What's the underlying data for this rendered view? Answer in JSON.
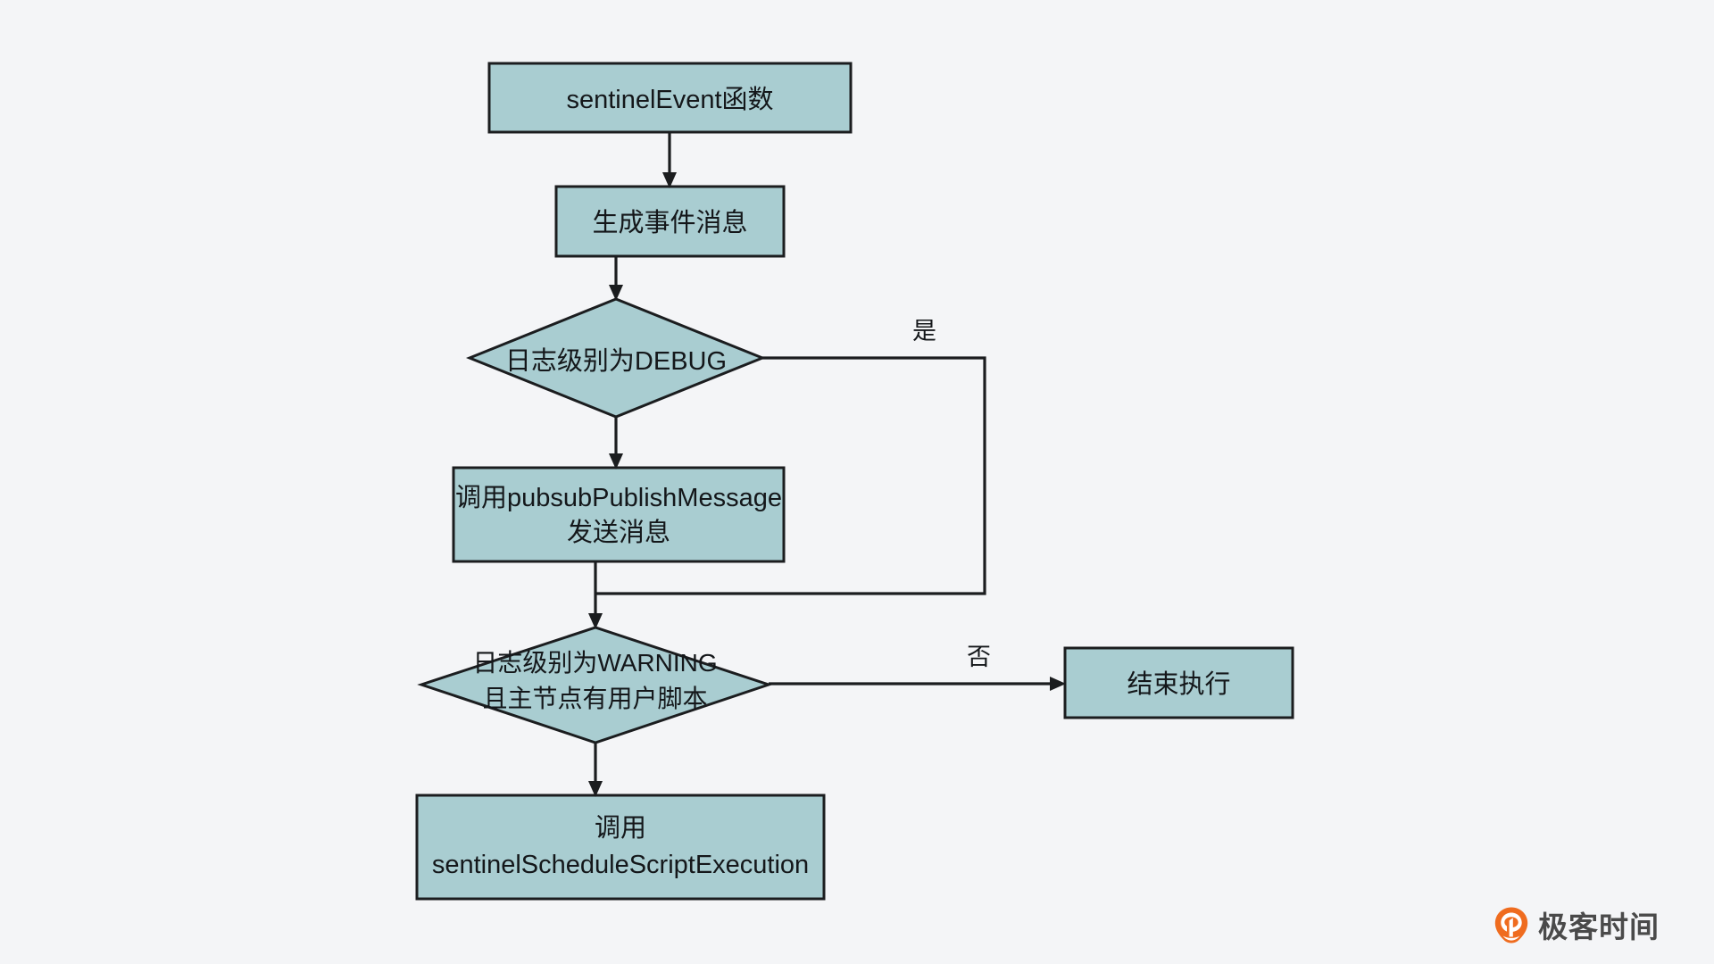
{
  "diagram": {
    "type": "flowchart",
    "background_color": "#f4f5f7",
    "node_fill_color": "#a9cdd1",
    "node_stroke_color": "#1b1d1f",
    "text_color": "#14171a",
    "nodes": [
      {
        "id": "start",
        "shape": "rect",
        "label": "sentinelEvent函数"
      },
      {
        "id": "gen-msg",
        "shape": "rect",
        "label": "生成事件消息"
      },
      {
        "id": "check-debug",
        "shape": "diamond",
        "label": "日志级别为DEBUG"
      },
      {
        "id": "publish",
        "shape": "rect",
        "label_line1": "调用pubsubPublishMessage",
        "label_line2": "发送消息"
      },
      {
        "id": "check-warning",
        "shape": "diamond",
        "label_line1": "日志级别为WARNING",
        "label_line2": "且主节点有用户脚本"
      },
      {
        "id": "end-exec",
        "shape": "rect",
        "label": "结束执行"
      },
      {
        "id": "schedule",
        "shape": "rect",
        "label_line1": "调用",
        "label_line2": "sentinelScheduleScriptExecution"
      }
    ],
    "edge_labels": {
      "debug_yes": "是",
      "warning_no": "否"
    }
  },
  "watermark": {
    "brand": "极客时间",
    "icon": "geektime-pin-logo",
    "icon_color": "#ef6c1f"
  }
}
